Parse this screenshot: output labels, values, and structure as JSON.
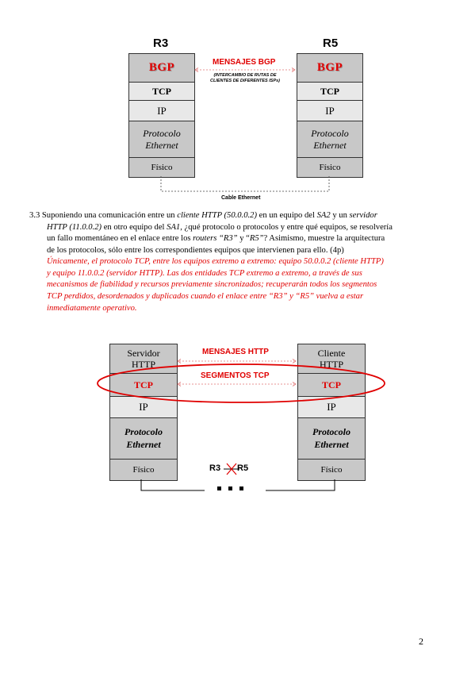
{
  "diagram1": {
    "left_router": "R3",
    "right_router": "R5",
    "layers": {
      "bgp": "BGP",
      "tcp": "TCP",
      "ip": "IP",
      "proto_line1": "Protocolo",
      "proto_line2": "Ethernet",
      "fisico": "Físico"
    },
    "mensajes_label": "MENSAJES BGP",
    "note_line1": "(INTERCAMBIO DE RUTAS DE",
    "note_line2": "CLIENTES DE DIFERENTES ISPs)",
    "cable_label": "Cable Ethernet"
  },
  "question": {
    "number": "3.3",
    "t1": "Suponiendo una comunicación entre un ",
    "t2": "cliente HTTP (50.0.0.2)",
    "t3": " en un equipo del ",
    "t4": "SA2",
    "t5": " y un ",
    "t6": "servidor",
    "t7": "HTTP (11.0.0.2)",
    "t8": " en otro equipo del ",
    "t9": "SA1",
    "t10": ", ¿qué protocolo o protocolos y entre qué equipos, se resolvería",
    "t11": "un fallo momentáneo en el enlace entre los ",
    "t12": "routers “R3”",
    "t13": " y “",
    "t14": "R5”",
    "t15": "? Asimismo, muestre la arquitectura",
    "t16": "de los protocolos, sólo entre los correspondientes equipos que intervienen para ello. (4p)"
  },
  "answer": {
    "l1": "Únicamente, el protocolo TCP, entre los equipos extremo a extremo: equipo 50.0.0.2 (cliente HTTP)",
    "l2": "y equipo 11.0.0.2 (servidor HTTP). Las dos entidades TCP extremo a extremo, a través de sus",
    "l3": "mecanismos de fiabilidad y recursos previamente sincronizados; recuperarán todos los segmentos",
    "l4": "TCP perdidos, desordenados y duplicados cuando el enlace entre “R3” y “R5” vuelva a estar",
    "l5": "inmediatamente operativo."
  },
  "diagram2": {
    "left_top_l1": "Servidor",
    "left_top_l2": "HTTP",
    "right_top_l1": "Cliente",
    "right_top_l2": "HTTP",
    "tcp": "TCP",
    "ip": "IP",
    "proto_line1": "Protocolo",
    "proto_line2": "Ethernet",
    "fisico": "Físico",
    "mensajes_http": "MENSAJES HTTP",
    "segmentos_tcp": "SEGMENTOS TCP",
    "link_left": "R3",
    "link_right": "R5"
  },
  "page_number": "2"
}
